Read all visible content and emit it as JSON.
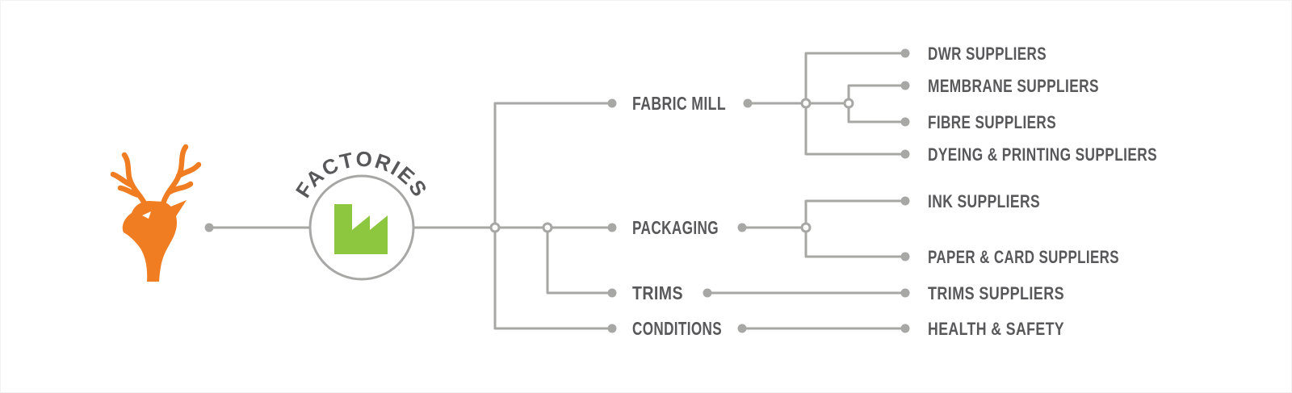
{
  "diagram": {
    "root": {
      "label": "FACTORIES"
    },
    "branches": [
      {
        "label": "FABRIC MILL",
        "children": [
          {
            "label": "DWR SUPPLIERS"
          },
          {
            "label": "MEMBRANE SUPPLIERS"
          },
          {
            "label": "FIBRE SUPPLIERS"
          },
          {
            "label": "DYEING & PRINTING SUPPLIERS"
          }
        ]
      },
      {
        "label": "PACKAGING",
        "children": [
          {
            "label": "INK SUPPLIERS"
          },
          {
            "label": "PAPER & CARD SUPPLIERS"
          }
        ]
      },
      {
        "label": "TRIMS",
        "children": [
          {
            "label": "TRIMS SUPPLIERS"
          }
        ]
      },
      {
        "label": "CONDITIONS",
        "children": [
          {
            "label": "HEALTH & SAFETY"
          }
        ]
      }
    ],
    "icons": {
      "logo": "deer-stag-logo",
      "root_node": "factory-icon"
    },
    "colors": {
      "line": "#a7a7a6",
      "text": "#58585a",
      "factory_green": "#8dc63f",
      "logo_orange": "#f07d22"
    }
  }
}
